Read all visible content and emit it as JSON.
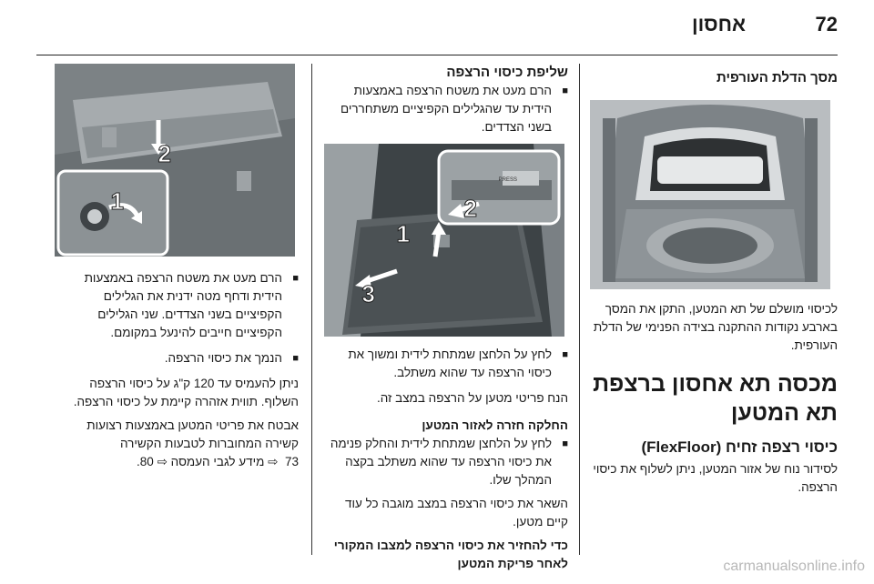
{
  "header": {
    "page_number": "72",
    "section": "אחסון"
  },
  "right_column": {
    "heading": "מסך הדלת העורפית",
    "para1": "לכיסוי מושלם של תא המטען, התקן את המסך בארבע נקודות ההתקנה בצידה הפנימי של הדלת העורפית.",
    "main_heading": "מכסה תא אחסון ברצפת תא המטען",
    "sub_heading": "כיסוי רצפה זחיח (FlexFloor)",
    "para2": "לסידור נוח של אזור המטען, ניתן לשלוף את כיסוי הרצפה."
  },
  "middle_column": {
    "heading": "שליפת כיסוי הרצפה",
    "bullet1": "הרם מעט את משטח הרצפה באמצעות הידית עד שהגלילים הקפיציים משתחררים בשני הצדדים.",
    "bullet2": "לחץ על הלחצן שמתחת לידית ומשוך את כיסוי הרצפה עד שהוא משתלב.",
    "para1": "הנח פריטי מטען על הרצפה במצב זה.",
    "sub_heading": "החלקה חזרה לאזור המטען",
    "bullet3": "לחץ על הלחצן שמתחת לידית והחלק פנימה את כיסוי הרצפה עד שהוא משתלב בקצה המהלך שלו.",
    "para2": "השאר את כיסוי הרצפה במצב מוגבה כל עוד קיים מטען.",
    "closing_heading": "כדי להחזיר את כיסוי הרצפה למצבו המקורי לאחר פריקת המטען"
  },
  "left_column": {
    "bullet1": "הרם מעט את משטח הרצפה באמצעות הידית ודחף מטה ידנית את הגלילים הקפיציים בשני הצדדים. שני הגלילים הקפיציים חייבים להינעל במקומם.",
    "bullet2": "הנמך את כיסוי הרצפה.",
    "para1": "ניתן להעמיס עד 120 ק\"ג על כיסוי הרצפה השלוף. תווית אזהרה קיימת על כיסוי הרצפה.",
    "para2": "אבטח את פריטי המטען באמצעות רצועות קשירה המחוברות לטבעות הקשירה",
    "para2_ref": "‎ 73 ⇨ מידע לגבי העמסה ⇨ 80."
  },
  "figure_labels": {
    "n1": "1",
    "n2": "2",
    "n3": "3",
    "press": "PRESS"
  },
  "watermark": "carmanualsonline.info"
}
